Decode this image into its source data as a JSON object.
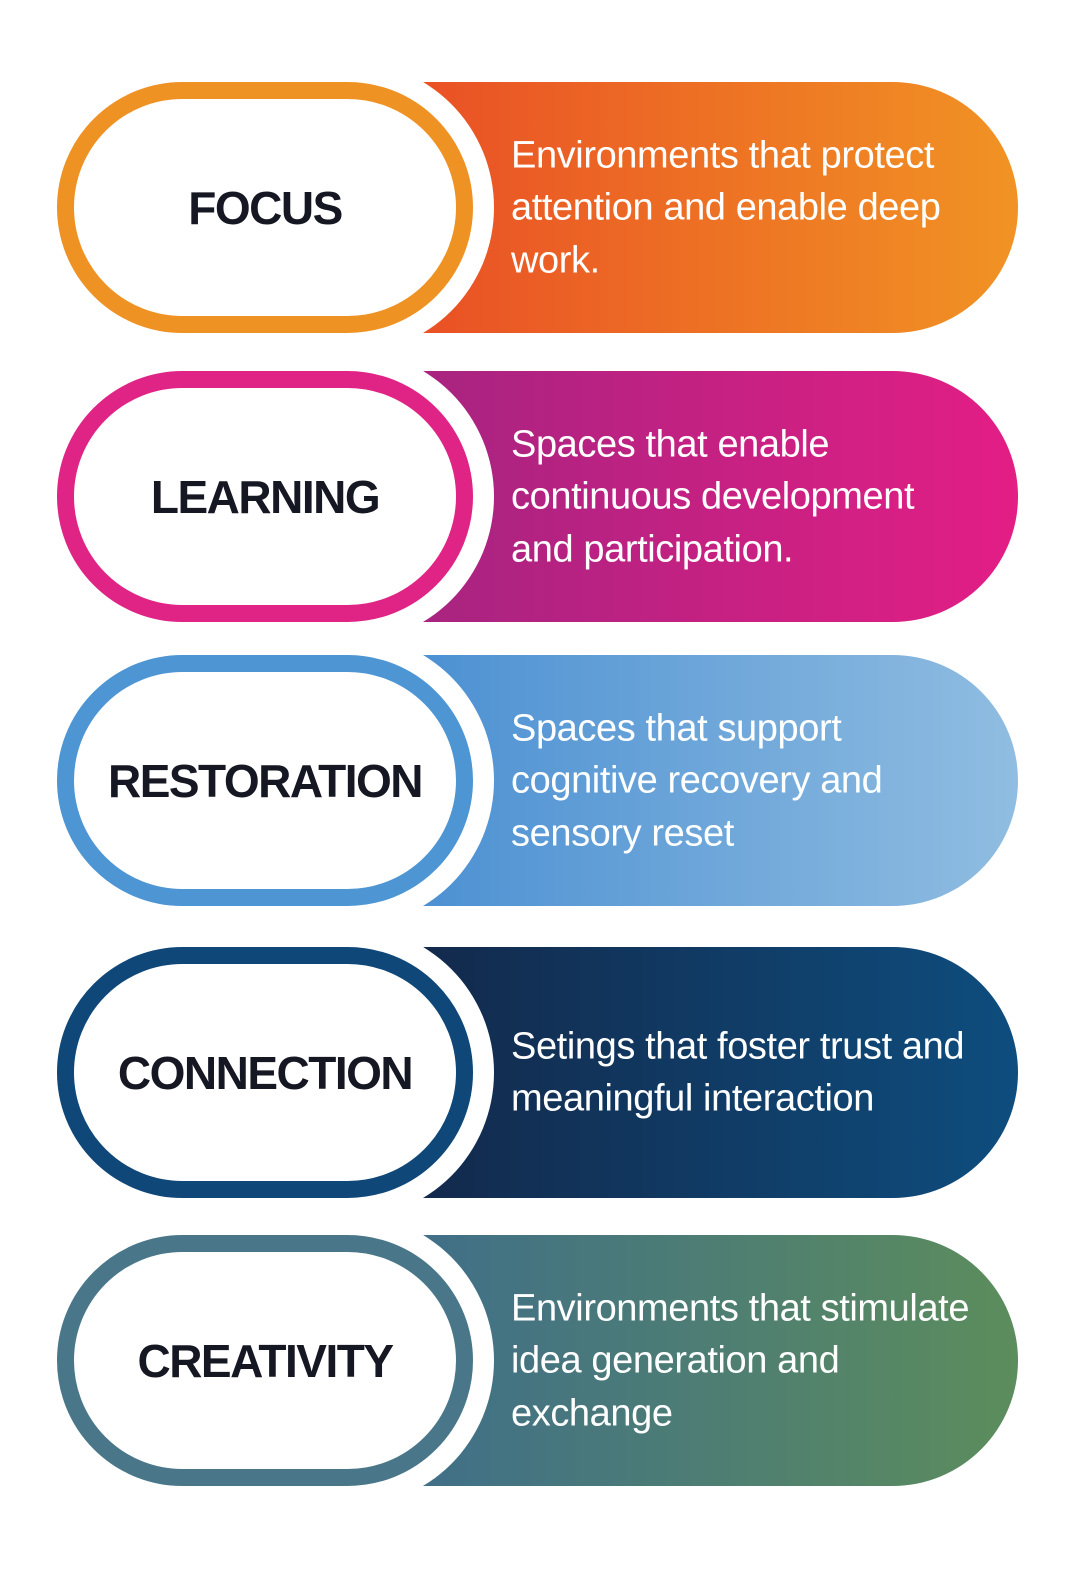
{
  "items": [
    {
      "label": "FOCUS",
      "description": "Environments that protect attention and enable deep work.",
      "ring_color": "#ef9224",
      "gradient_from": "#e94e25",
      "gradient_to": "#f19324"
    },
    {
      "label": "LEARNING",
      "description": "Spaces that enable continuous development and participation.",
      "ring_color": "#e02486",
      "gradient_from": "#a52480",
      "gradient_to": "#e31e85"
    },
    {
      "label": "RESTORATION",
      "description": "Spaces that support cognitive recovery and sensory reset",
      "ring_color": "#4d95d3",
      "gradient_from": "#4a8fd2",
      "gradient_to": "#90bde1"
    },
    {
      "label": "CONNECTION",
      "description": "Setings that foster trust and meaningful interaction",
      "ring_color": "#0f4778",
      "gradient_from": "#13284a",
      "gradient_to": "#0e4d7e"
    },
    {
      "label": "CREATIVITY",
      "description": "Environments that stimulate idea generation and exchange",
      "ring_color": "#497789",
      "gradient_from": "#3f6e8a",
      "gradient_to": "#5c8d5c"
    }
  ]
}
